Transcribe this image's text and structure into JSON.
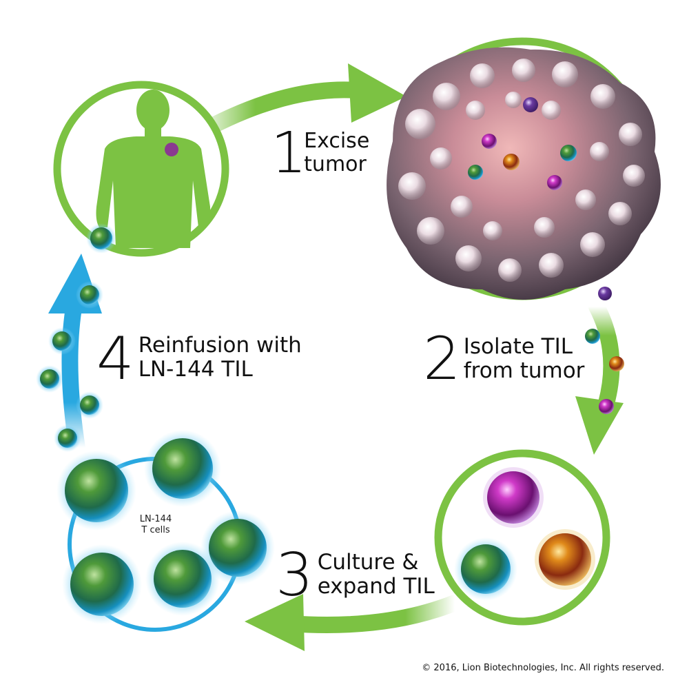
{
  "steps": [
    {
      "number": "1",
      "line1": "Excise",
      "line2": "tumor"
    },
    {
      "number": "2",
      "line1": "Isolate TIL",
      "line2": "from tumor"
    },
    {
      "number": "3",
      "line1": "Culture &",
      "line2": "expand TIL"
    },
    {
      "number": "4",
      "line1": "Reinfusion with",
      "line2": "LN-144 TIL"
    }
  ],
  "tcells_label": {
    "line1": "LN-144",
    "line2": "T cells"
  },
  "copyright": "© 2016, Lion Biotechnologies, Inc. All rights reserved.",
  "colors": {
    "green": "#7cc243",
    "blue": "#29a8e0",
    "tumor": "#6e5a66",
    "tcell_outer": "#1c8fb8",
    "tcell_inner": "#3a8a2a",
    "magenta": "#c02ab0",
    "gold": "#d88a1a"
  }
}
